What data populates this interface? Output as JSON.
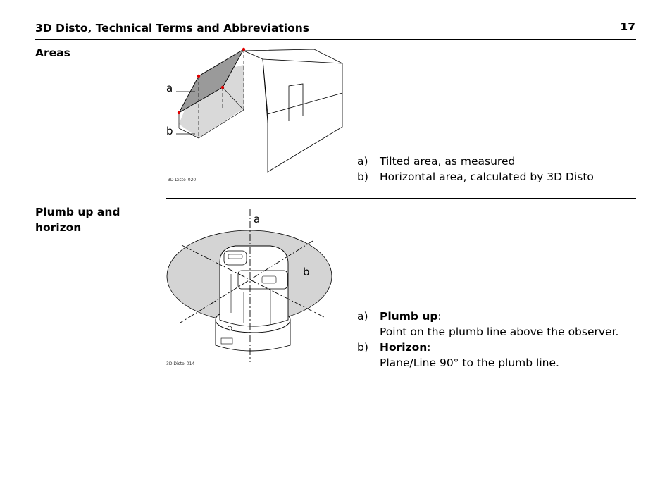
{
  "header": {
    "title": "3D Disto, Technical Terms and Abbreviations",
    "page_number": "17"
  },
  "sections": [
    {
      "title": "Areas",
      "figure": {
        "label_a": "a",
        "label_b": "b",
        "caption": "3D Disto_020"
      },
      "legend": [
        {
          "key": "a)",
          "text": "Tilted area, as measured"
        },
        {
          "key": "b)",
          "text": "Horizontal area, calculated by 3D Disto"
        }
      ]
    },
    {
      "title_line1": "Plumb up and",
      "title_line2": "horizon",
      "figure": {
        "label_a": "a",
        "label_b": "b",
        "caption": "3D Disto_014"
      },
      "legend": [
        {
          "key": "a)",
          "term": "Plumb up",
          "colon": ":",
          "desc": "Point on the plumb line above the observer."
        },
        {
          "key": "b)",
          "term": "Horizon",
          "colon": ":",
          "desc": "Plane/Line 90° to the plumb line."
        }
      ]
    }
  ],
  "colors": {
    "area_fill": "#9a9a9a",
    "shadow_fill": "#d9d9d9",
    "horizon_fill": "#d4d4d4",
    "marker": "#e00000"
  }
}
